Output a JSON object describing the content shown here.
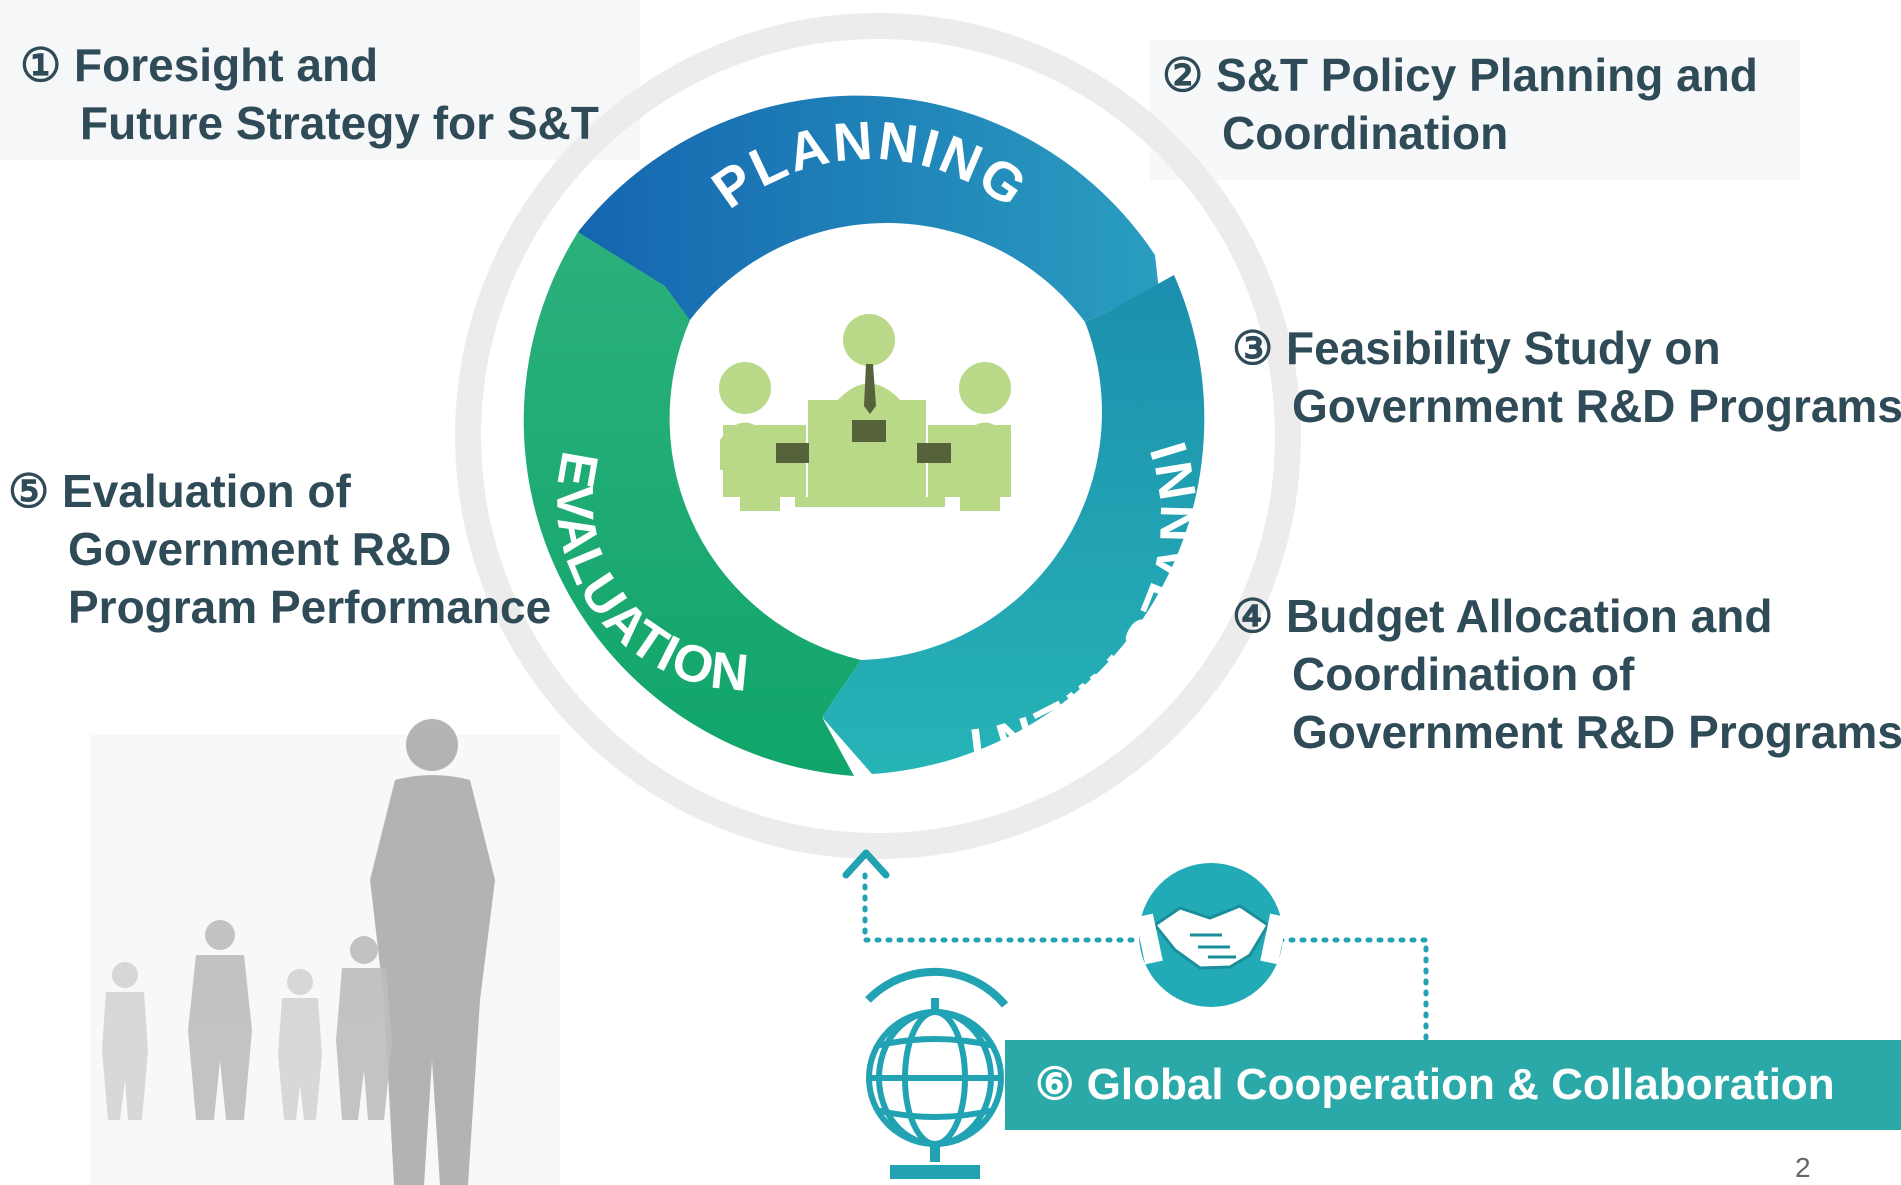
{
  "cycle": {
    "planning": "PLANNING",
    "investment": "INNVESTMENT",
    "evaluation": "EVALUATION"
  },
  "roles": [
    {
      "num": "①",
      "lines": [
        "Foresight and",
        "Future Strategy for S&T"
      ]
    },
    {
      "num": "②",
      "lines": [
        "S&T Policy Planning and",
        "Coordination"
      ]
    },
    {
      "num": "③",
      "lines": [
        "Feasibility Study on",
        "Government R&D Programs"
      ]
    },
    {
      "num": "④",
      "lines": [
        "Budget Allocation and",
        "Coordination of",
        "Government R&D Programs"
      ]
    },
    {
      "num": "⑤",
      "lines": [
        "Evaluation of",
        "Government R&D",
        "Program Performance"
      ]
    }
  ],
  "global": {
    "label": "⑥ Global Cooperation & Collaboration"
  },
  "page_number": "2",
  "icons": [
    "meeting-icon",
    "handshake-icon",
    "globe-icon",
    "people-silhouette"
  ],
  "colors": {
    "planning": "#1f74b8",
    "investment": "#1f9fb0",
    "evaluation": "#25a96a",
    "accent": "#2aa9a8",
    "text": "#2f4b58",
    "meeting": "#b9d888"
  }
}
